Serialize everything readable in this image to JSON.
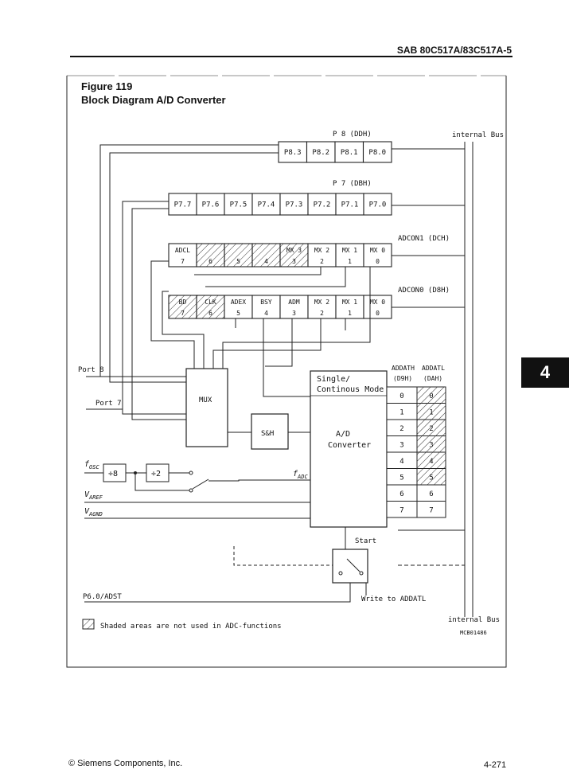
{
  "header": {
    "title": "SAB 80C517A/83C517A-5"
  },
  "figure": {
    "number": "Figure 119",
    "title": "Block Diagram A/D Converter"
  },
  "registers": {
    "p8": {
      "name": "P 8 (DDH)",
      "cells": [
        "P8.3",
        "P8.2",
        "P8.1",
        "P8.0"
      ]
    },
    "p7": {
      "name": "P 7 (DBH)",
      "cells": [
        "P7.7",
        "P7.6",
        "P7.5",
        "P7.4",
        "P7.3",
        "P7.2",
        "P7.1",
        "P7.0"
      ]
    },
    "adcon1": {
      "name": "ADCON1 (DCH)",
      "cells": [
        {
          "top": "ADCL",
          "bit": "7"
        },
        {
          "top": "",
          "bit": "6"
        },
        {
          "top": "",
          "bit": "5"
        },
        {
          "top": "",
          "bit": "4"
        },
        {
          "top": "MX 3",
          "bit": "3"
        },
        {
          "top": "MX 2",
          "bit": "2"
        },
        {
          "top": "MX 1",
          "bit": "1"
        },
        {
          "top": "MX 0",
          "bit": "0"
        }
      ]
    },
    "adcon0": {
      "name": "ADCON0 (D8H)",
      "cells": [
        {
          "top": "BD",
          "bit": "7"
        },
        {
          "top": "CLK",
          "bit": "6"
        },
        {
          "top": "ADEX",
          "bit": "5"
        },
        {
          "top": "BSY",
          "bit": "4"
        },
        {
          "top": "ADM",
          "bit": "3"
        },
        {
          "top": "MX 2",
          "bit": "2"
        },
        {
          "top": "MX 1",
          "bit": "1"
        },
        {
          "top": "MX 0",
          "bit": "0"
        }
      ]
    }
  },
  "labels": {
    "internal_bus_top": "internal Bus",
    "internal_bus_bottom": "internal Bus",
    "port8": "Port 8",
    "port7": "Port 7",
    "mux": "MUX",
    "sh": "S&H",
    "mode_line1": "Single/",
    "mode_line2": "Continous Mode",
    "adc_line1": "A/D",
    "adc_line2": "Converter",
    "fadc": "f",
    "fadc_sub": "ADC",
    "fosc": "f",
    "fosc_sub": "OSC",
    "div8": "÷8",
    "div2": "÷2",
    "varef": "V",
    "varef_sub": "AREF",
    "vagnd": "V",
    "vagnd_sub": "AGND",
    "start": "Start",
    "p60": "P6.0/ADST",
    "write": "Write to ADDATL",
    "legend": "Shaded areas are not used in ADC-functions",
    "code": "MCB01486"
  },
  "result_table": {
    "headers": [
      "ADDATH",
      "ADDATL"
    ],
    "subheaders": [
      "(D9H)",
      "(DAH)"
    ],
    "rows": [
      [
        "0",
        "0"
      ],
      [
        "1",
        "1"
      ],
      [
        "2",
        "2"
      ],
      [
        "3",
        "3"
      ],
      [
        "4",
        "4"
      ],
      [
        "5",
        "5"
      ],
      [
        "6",
        "6"
      ],
      [
        "7",
        "7"
      ]
    ]
  },
  "footer": {
    "copyright": "© Siemens Components, Inc.",
    "page": "4-271"
  },
  "tab": {
    "label": "4"
  }
}
